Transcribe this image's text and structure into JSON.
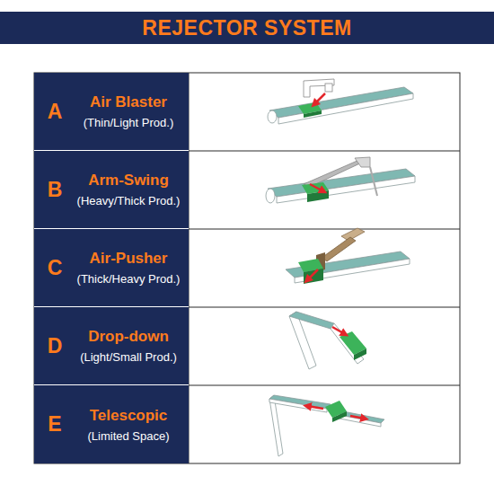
{
  "diagram": {
    "title": "REJECTOR SYSTEM",
    "nodes": [
      {
        "text": [
          "A",
          "Air Blaster",
          "(Thin/Light Prod.)"
        ]
      },
      {
        "text": [
          "B",
          "Arm-Swing",
          "(Heavy/Thick Prod.)"
        ]
      },
      {
        "text": [
          "C",
          "Air-Pusher",
          "(Thick/Heavy Prod.)"
        ]
      },
      {
        "text": [
          "D",
          "Drop-down",
          "(Light/Small Prod.)"
        ]
      },
      {
        "text": [
          "E",
          "Telescopic",
          "(Limited Space)"
        ]
      }
    ]
  }
}
